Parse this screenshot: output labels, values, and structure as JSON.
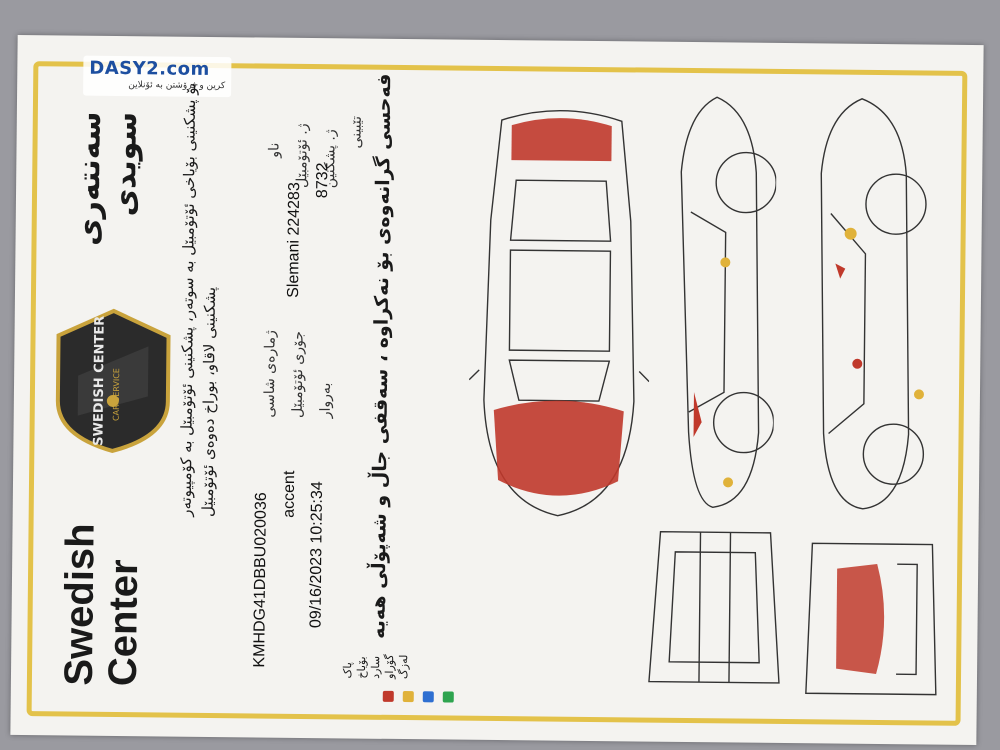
{
  "watermark": {
    "logo": "DASY2.com",
    "tagline": "کرین و فرۆشتن بە ئۆنلاین"
  },
  "brand": {
    "name_en_line1": "Swedish",
    "name_en_line2": "Center",
    "name_ku_line1": "سەنتەری",
    "name_ku_line2": "سویدی",
    "description_line1": "بۆ پشکنینی بۆیاخی ئۆتۆمبێل بە سوتەر، پشکنینی ئۆتۆمبێل بە کۆمپیوتەر",
    "description_line2": "پشکنینی لاقاو، بوراخ دەوەی ئۆتۆمبێل",
    "emblem_text": "SWEDISH CENTER",
    "emblem_sub": "CAR SERVICE"
  },
  "fields": {
    "chassis_label": "ژمارەی شاسی",
    "chassis_value": "KMHDG41DBBU020036",
    "model_label": "جۆری ئۆتۆمبێل",
    "model_value": "accent",
    "date_label": "بەروار",
    "date_value": "09/16/2023 10:25:34",
    "name_label": "ناو",
    "name_value": "Slemani 224283",
    "car_no_label": "ژ. ئۆتۆمبێل",
    "check_no_label": "ژ. پشکنین",
    "check_no_value": "8732"
  },
  "note": {
    "title": "تێبینی",
    "text": "فەحسی گرانەوەی بۆ نەکراوە ، سەقفی جاڵ و شەپۆڵی هەیە"
  },
  "legend": [
    {
      "label": "بۆیاخ",
      "color": "#c0392b"
    },
    {
      "label": "سارد",
      "color": "#e0b23a"
    },
    {
      "label": "گۆراو",
      "color": "#2e6fd1"
    },
    {
      "label": "لەزگ",
      "color": "#2ea44f"
    }
  ],
  "legend_header": "پاک",
  "colors": {
    "paint": "#c0392b",
    "yellow": "#e0b23a",
    "frame": "#e3c24a"
  }
}
